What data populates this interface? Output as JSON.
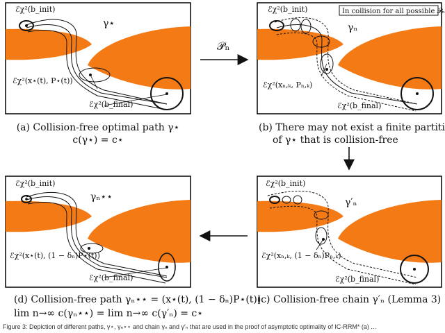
{
  "arrow_top_label": "𝒫ₙ",
  "panels": {
    "a": {
      "labels": {
        "init": "ℰχ²(b_init)",
        "path": "γ⋆",
        "middle": "ℰχ²(x⋆(t), P⋆(t))",
        "final": "ℰχ²(b_final)"
      },
      "caption": [
        "(a) Collision-free optimal path γ⋆",
        "c(γ⋆) = c⋆"
      ]
    },
    "b": {
      "labels": {
        "init": "ℰχ²(b_init)",
        "path": "γₙ",
        "middle": "ℰχ²(xₙ,ₖ, Pₙ,ₖ)",
        "final": "ℰχ²(b_final)",
        "box": "In collision for all possible 𝒫ₙ!"
      },
      "caption": [
        "(b) There may not exist a finite partition γₙ",
        "of γ⋆ that is collision-free"
      ]
    },
    "c": {
      "labels": {
        "init": "ℰχ²(b_init)",
        "path": "γ′ₙ",
        "middle": "ℰχ²(xₙ,ₖ, (1 − δₙ)Pₙ,ₖ)",
        "final": "ℰχ²(b_final)"
      },
      "caption": [
        "(c) Collision-free chain γ′ₙ (Lemma 3)"
      ]
    },
    "d": {
      "labels": {
        "init": "ℰχ²(b_init)",
        "path": "γₙ⋆⋆",
        "middle": "ℰχ²(x⋆(t), (1 − δₙ)P⋆(t))",
        "final": "ℰχ²(b_final)"
      },
      "caption": [
        "(d) Collision-free path γₙ⋆⋆ = (x⋆(t), (1 − δₙ)P⋆(t))",
        "lim n→∞ c(γₙ⋆⋆) = lim n→∞ c(γ′ₙ) = c⋆"
      ]
    }
  },
  "footer": "Figure 3: Depiction of different paths, γ⋆, γₙ⋆⋆ and chain γₙ and γ′ₙ that are used in the proof of asymptotic optimality of IC-RRM* (a) ...",
  "colors": {
    "obstacle": "#f47a16",
    "ink": "#111111"
  }
}
